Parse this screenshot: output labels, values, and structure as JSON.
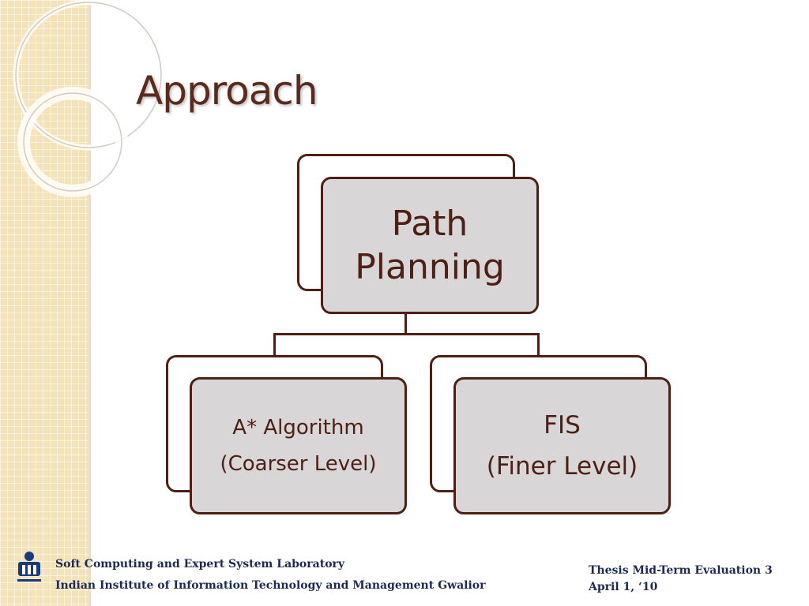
{
  "slide": {
    "title": "Approach"
  },
  "diagram": {
    "root": {
      "line1": "Path",
      "line2": "Planning"
    },
    "children": [
      {
        "line1": "A* Algorithm",
        "line2": "(Coarser Level)"
      },
      {
        "line1": "FIS",
        "line2": "(Finer Level)"
      }
    ]
  },
  "footer": {
    "lab": "Soft Computing and Expert System Laboratory",
    "institute": "Indian Institute of Information Technology and Management Gwalior",
    "event": "Thesis Mid-Term Evaluation 3",
    "date": "April 1, ‘10"
  },
  "colors": {
    "title": "#5a2a1c",
    "box_border": "#4e1f14",
    "box_fill": "#d8d6d6",
    "footer_text": "#1b2a55",
    "band": "#f4e3b8"
  }
}
